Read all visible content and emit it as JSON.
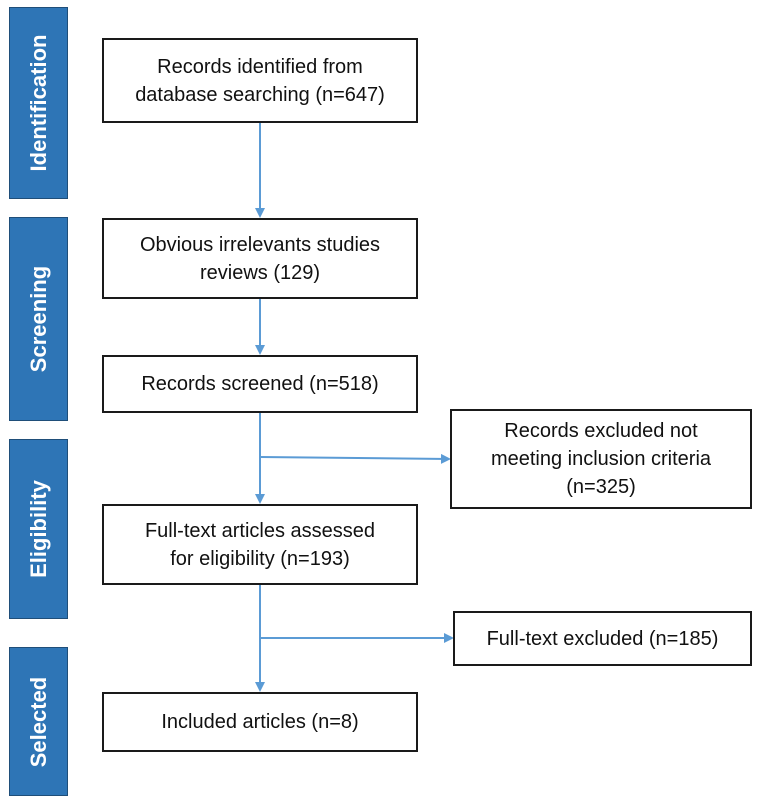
{
  "stages": [
    {
      "id": "identification",
      "label": "Identification"
    },
    {
      "id": "screening",
      "label": "Screening"
    },
    {
      "id": "eligibility",
      "label": "Eligibility"
    },
    {
      "id": "selected",
      "label": "Selected"
    }
  ],
  "boxes": {
    "records_identified": {
      "lines": [
        "Records identified from",
        "database searching (n=647)"
      ]
    },
    "irrelevant_removed": {
      "lines": [
        "Obvious irrelevants studies",
        "reviews (129)"
      ]
    },
    "records_screened": {
      "lines": [
        "Records screened (n=518)"
      ]
    },
    "records_excluded": {
      "lines": [
        "Records excluded not",
        "meeting inclusion criteria",
        "(n=325)"
      ]
    },
    "fulltext_assessed": {
      "lines": [
        "Full-text articles assessed",
        "for eligibility (n=193)"
      ]
    },
    "fulltext_excluded": {
      "lines": [
        "Full-text excluded (n=185)"
      ]
    },
    "included": {
      "lines": [
        "Included articles (n=8)"
      ]
    }
  },
  "colors": {
    "stage_fill": "#2e75b6",
    "stage_border": "#1f4e79",
    "arrow": "#5b9bd5",
    "box_border": "#1a1a1a"
  }
}
